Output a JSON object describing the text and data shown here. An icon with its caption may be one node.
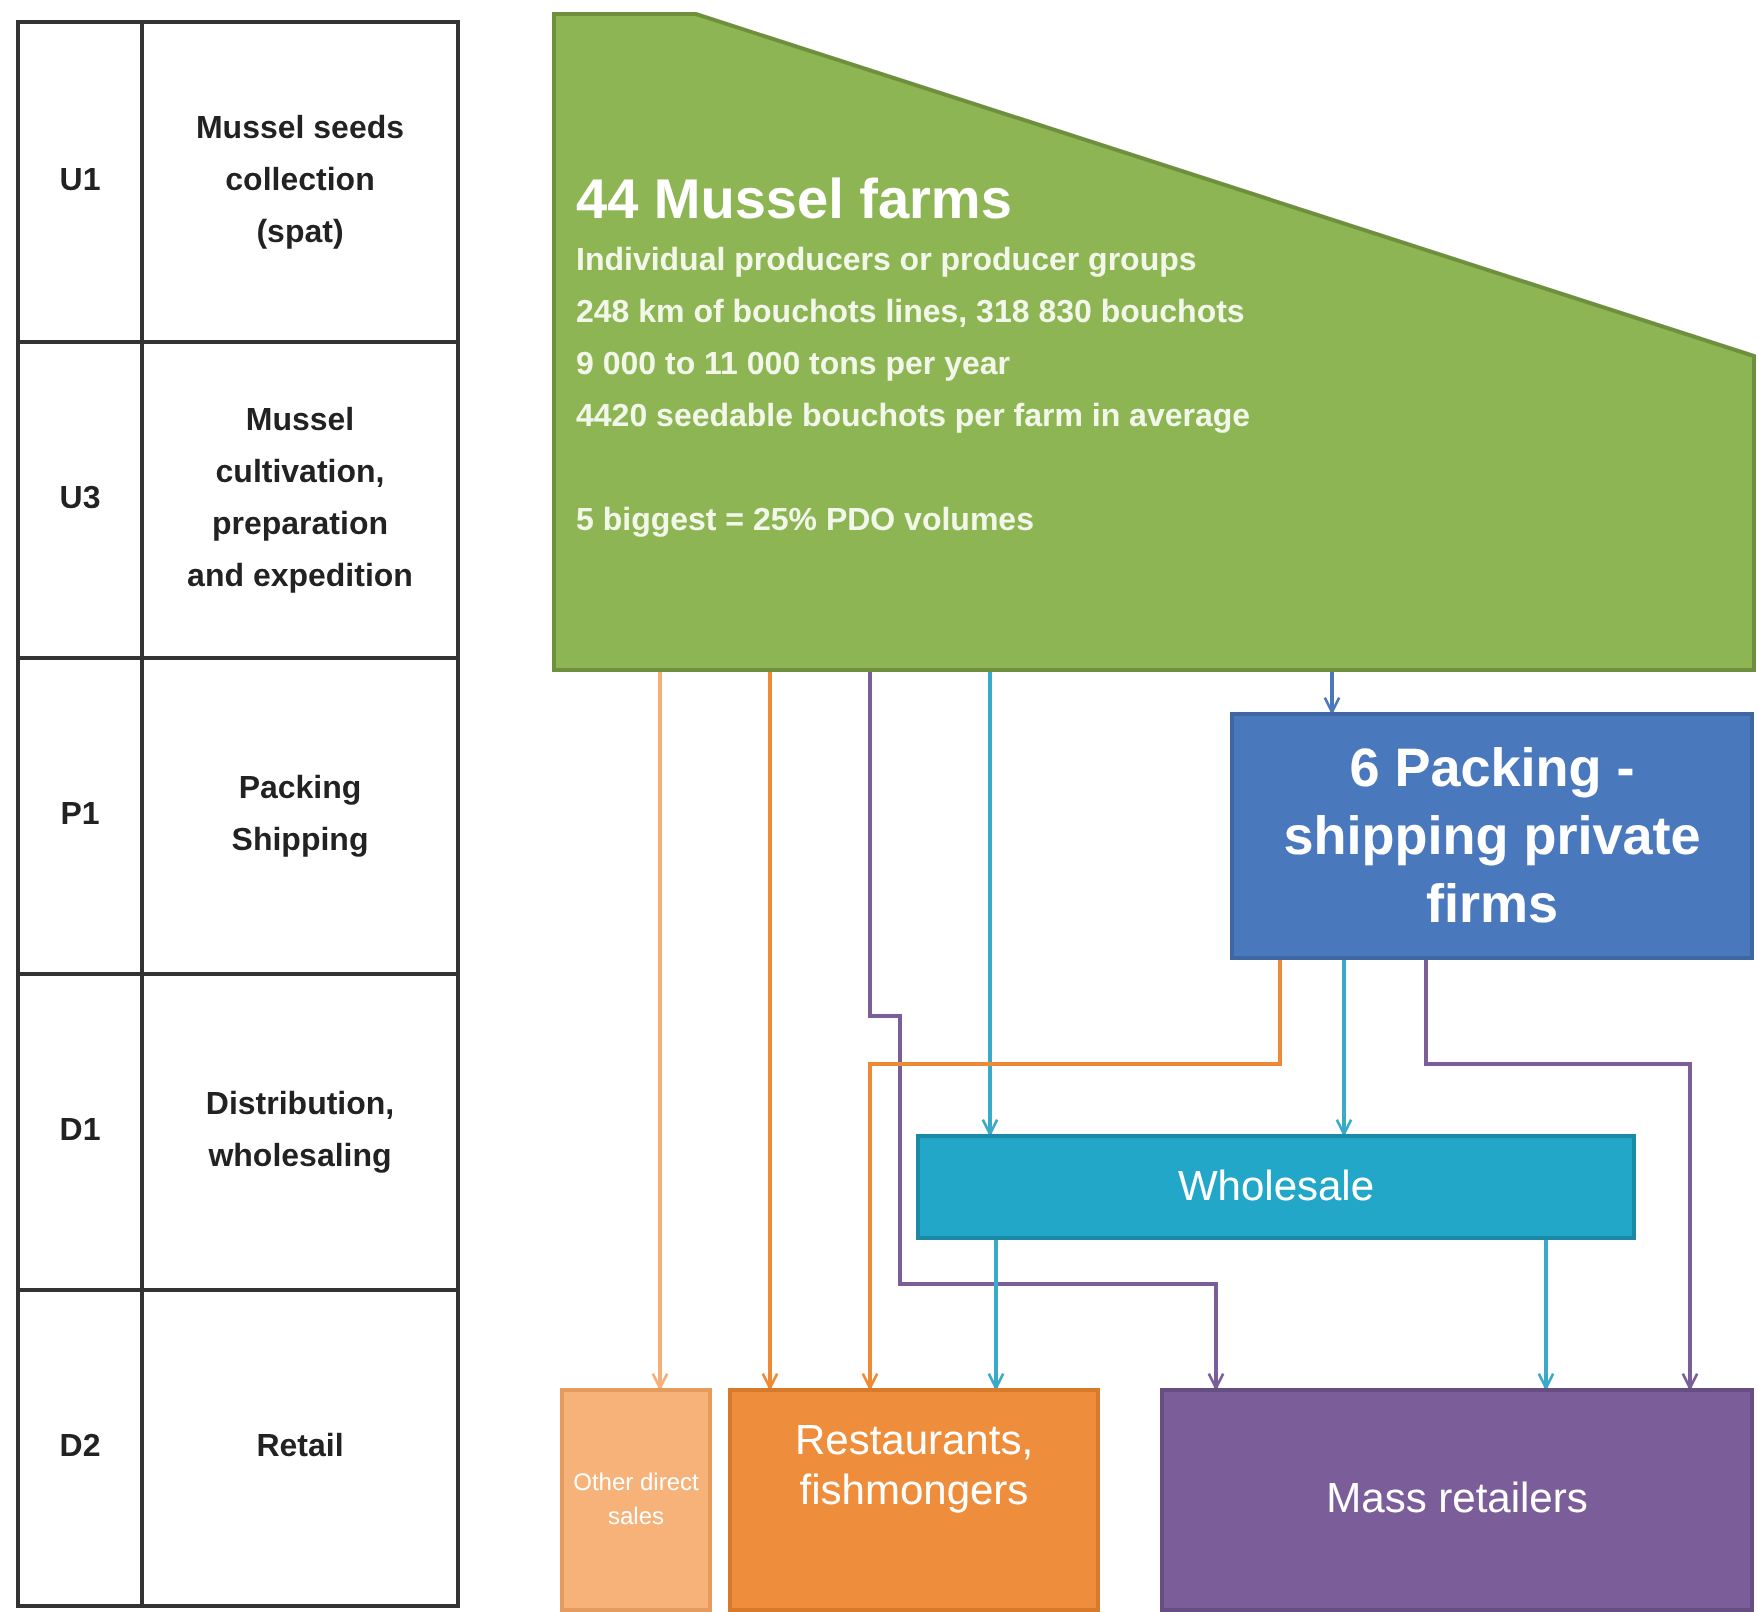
{
  "diagram": {
    "nodes": [
      {
        "text": [
          "44 Mussel farms",
          "Individual producers or producer groups",
          "248 km of bouchots lines, 318 830 bouchots",
          "9 000 to 11 000 tons per year",
          "4420 seedable bouchots per farm in average",
          "5 biggest = 25% PDO volumes"
        ]
      },
      {
        "text": [
          "6 Packing - shipping private firms"
        ]
      },
      {
        "text": [
          "Wholesale"
        ]
      },
      {
        "text": [
          "Other direct sales"
        ]
      },
      {
        "text": [
          "Restaurants, fishmongers"
        ]
      },
      {
        "text": [
          "Mass retailers"
        ]
      }
    ],
    "edges": [
      {
        "from": 0,
        "to": 1,
        "arrow": "to",
        "color": "#4a78bd"
      },
      {
        "from": 0,
        "to": 3,
        "arrow": "to",
        "color": "#f5b07a"
      },
      {
        "from": 0,
        "to": 4,
        "arrow": "to",
        "color": "#ee8a35"
      },
      {
        "from": 0,
        "to": 5,
        "arrow": "to",
        "color": "#7b5e99"
      },
      {
        "from": 0,
        "to": 2,
        "arrow": "to",
        "color": "#3aaacb"
      },
      {
        "from": 1,
        "to": 4,
        "arrow": "to",
        "color": "#ee8a35"
      },
      {
        "from": 1,
        "to": 2,
        "arrow": "to",
        "color": "#3aaacb"
      },
      {
        "from": 1,
        "to": 5,
        "arrow": "to",
        "color": "#7b5e99"
      },
      {
        "from": 2,
        "to": 4,
        "arrow": "to",
        "color": "#3aaacb"
      },
      {
        "from": 2,
        "to": 5,
        "arrow": "to",
        "color": "#3aaacb"
      }
    ],
    "labels": [
      "U1",
      "Mussel seeds collection (spat)",
      "U3",
      "Mussel cultivation, preparation and expedition",
      "P1",
      "Packing Shipping",
      "D1",
      "Distribution, wholesaling",
      "D2",
      "Retail"
    ]
  }
}
